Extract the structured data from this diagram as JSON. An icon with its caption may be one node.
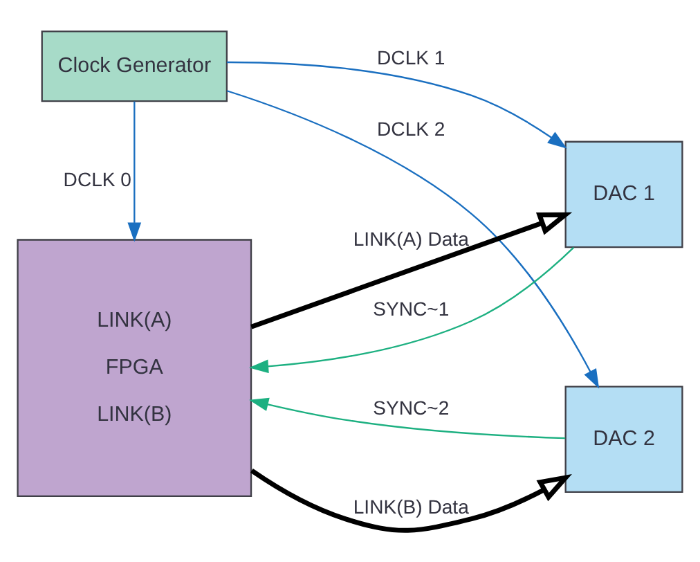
{
  "diagram": {
    "nodes": [
      {
        "text": [
          "Clock Generator"
        ]
      },
      {
        "text": [
          "LINK(A)",
          "FPGA",
          "LINK(B)"
        ]
      },
      {
        "text": [
          "DAC 1"
        ]
      },
      {
        "text": [
          "DAC 2"
        ]
      }
    ],
    "edges": [
      {
        "from": 0,
        "to": 1,
        "arrow": "to",
        "label": "DCLK 0",
        "color": "#1a6fc0"
      },
      {
        "from": 0,
        "to": 2,
        "arrow": "to",
        "label": "DCLK 1",
        "color": "#1a6fc0"
      },
      {
        "from": 0,
        "to": 3,
        "arrow": "to",
        "label": "DCLK 2",
        "color": "#1a6fc0"
      },
      {
        "from": 1,
        "to": 2,
        "arrow": "to",
        "label": "LINK(A) Data",
        "style": "thick",
        "color": "#000000"
      },
      {
        "from": 2,
        "to": 1,
        "arrow": "to",
        "label": "SYNC~1",
        "color": "#1db081"
      },
      {
        "from": 1,
        "to": 3,
        "arrow": "to",
        "label": "LINK(B) Data",
        "style": "thick",
        "color": "#000000"
      },
      {
        "from": 3,
        "to": 1,
        "arrow": "to",
        "label": "SYNC~2",
        "color": "#1db081"
      }
    ]
  }
}
